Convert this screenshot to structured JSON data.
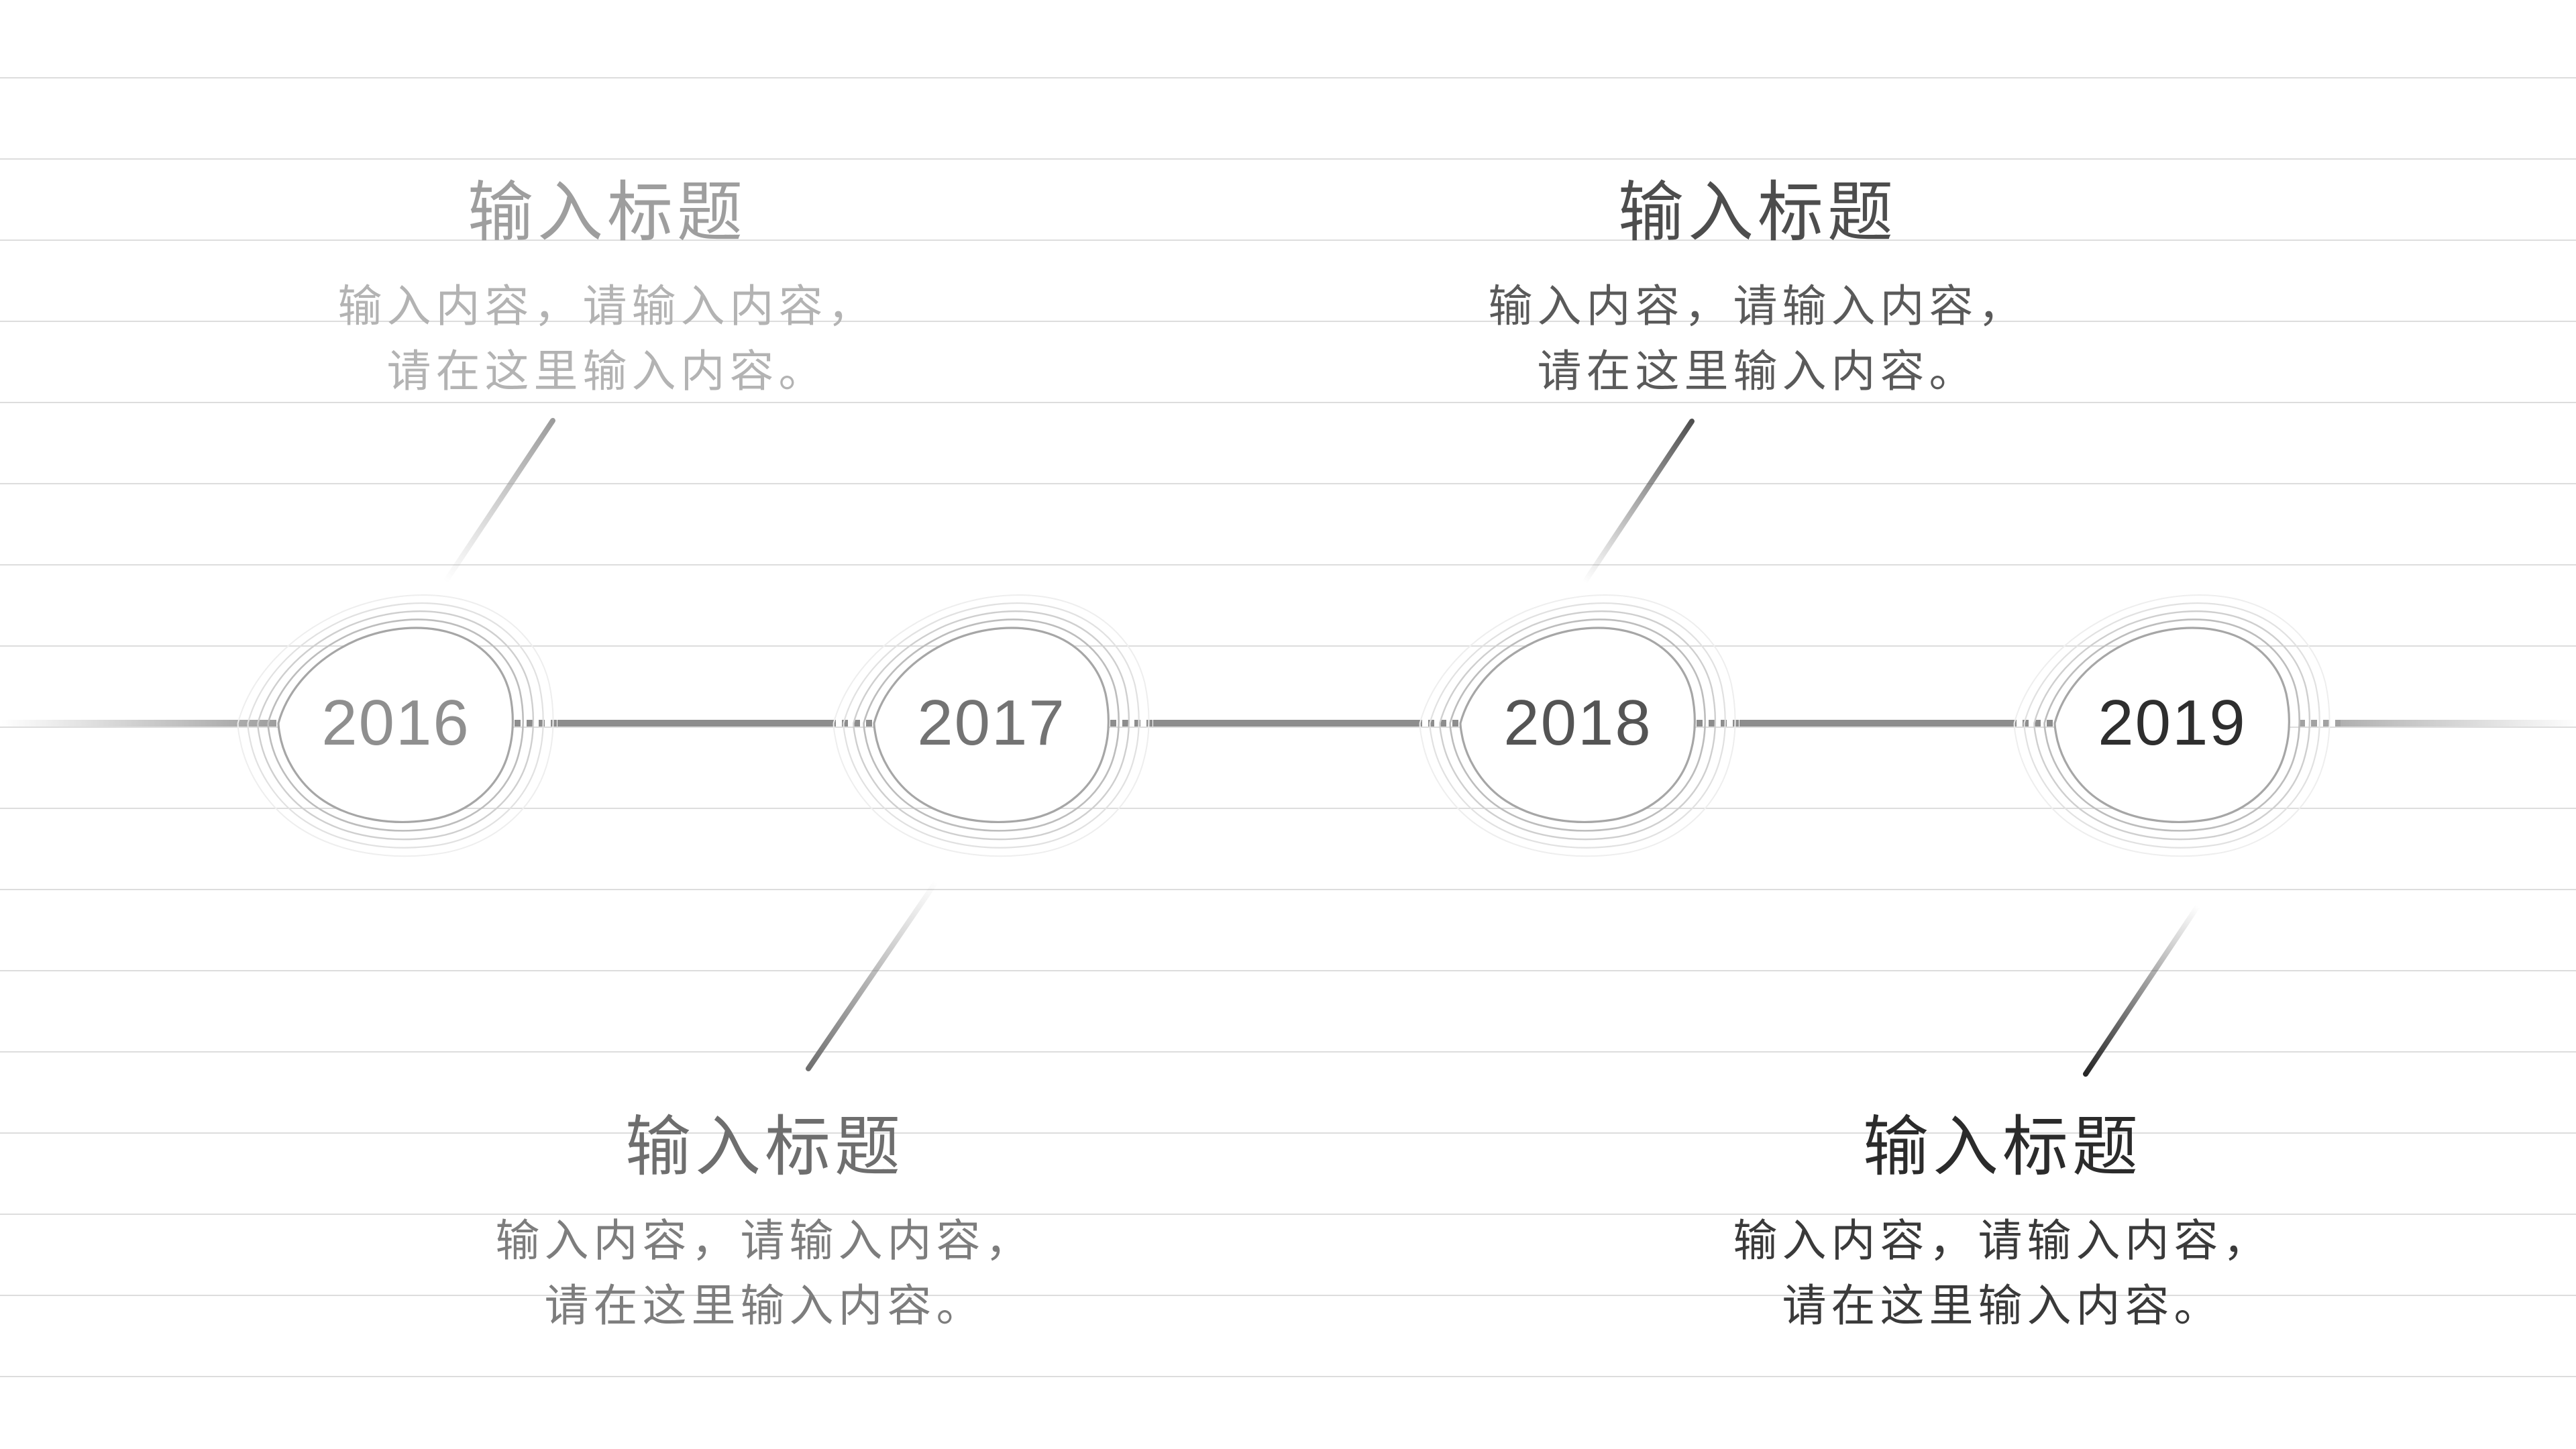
{
  "slide": {
    "background_color": "#ffffff",
    "ruled_line_color": "#dddddd",
    "timeline_line_color": "#8d8d8d",
    "blob_outline_color": "#a6a6a6"
  },
  "timeline": {
    "nodes": [
      {
        "year": "2016",
        "year_color": "#8f8f8f"
      },
      {
        "year": "2017",
        "year_color": "#737373"
      },
      {
        "year": "2018",
        "year_color": "#545454"
      },
      {
        "year": "2019",
        "year_color": "#2e2e2e"
      }
    ]
  },
  "blocks": [
    {
      "for_year": "2016",
      "placement": "top-left",
      "title": "输入标题",
      "body_line1": "输入内容，请输入内容，",
      "body_line2": "请在这里输入内容。",
      "title_color": "#9e9e9e",
      "body_color": "#b3b3b3",
      "accent": "#9c9c9c"
    },
    {
      "for_year": "2017",
      "placement": "bottom-left",
      "title": "输入标题",
      "body_line1": "输入内容，请输入内容，",
      "body_line2": "请在这里输入内容。",
      "title_color": "#6e6e6e",
      "body_color": "#7d7d7d",
      "accent": "#6f6f6f"
    },
    {
      "for_year": "2018",
      "placement": "top-right",
      "title": "输入标题",
      "body_line1": "输入内容，请输入内容，",
      "body_line2": "请在这里输入内容。",
      "title_color": "#4d4d4d",
      "body_color": "#5a5a5a",
      "accent": "#4f4f4f"
    },
    {
      "for_year": "2019",
      "placement": "bottom-right",
      "title": "输入标题",
      "body_line1": "输入内容，请输入内容，",
      "body_line2": "请在这里输入内容。",
      "title_color": "#2b2b2b",
      "body_color": "#3a3a3a",
      "accent": "#262626"
    }
  ]
}
